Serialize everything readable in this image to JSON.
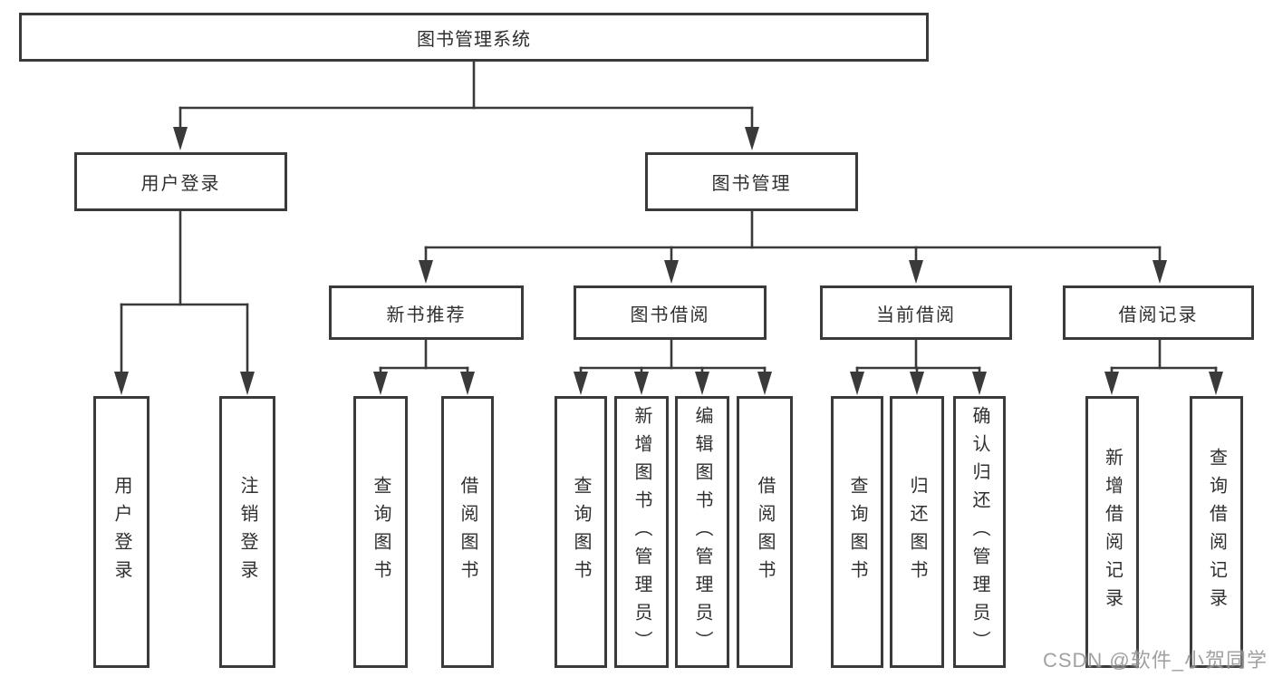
{
  "diagram": {
    "title": "图书管理系统",
    "root": {
      "label": "图书管理系统"
    },
    "level2": {
      "user_login": {
        "label": "用户登录"
      },
      "book_mgmt": {
        "label": "图书管理"
      }
    },
    "level3": {
      "new_books": {
        "label": "新书推荐"
      },
      "book_borrow": {
        "label": "图书借阅"
      },
      "current": {
        "label": "当前借阅"
      },
      "records": {
        "label": "借阅记录"
      }
    },
    "leaves": {
      "user_login": "用户登录",
      "logout": "注销登录",
      "nb_query_books": "查询图书",
      "nb_borrow_books": "借阅图书",
      "bb_query_books": "查询图书",
      "bb_add_books": "新增图书（管理员）",
      "bb_edit_books": "编辑图书（管理员）",
      "bb_borrow_books": "借阅图书",
      "cb_query_books": "查询图书",
      "cb_return_books": "归还图书",
      "cb_confirm_return": "确认归还（管理员）",
      "rec_add_record": "新增借阅记录",
      "rec_query_record": "查询借阅记录"
    }
  },
  "watermark": {
    "text": "CSDN @软件_小贺同学"
  },
  "colors": {
    "line": "#3a3a3a",
    "text": "#2f2f2f",
    "background": "#ffffff",
    "watermark": "#919191"
  }
}
